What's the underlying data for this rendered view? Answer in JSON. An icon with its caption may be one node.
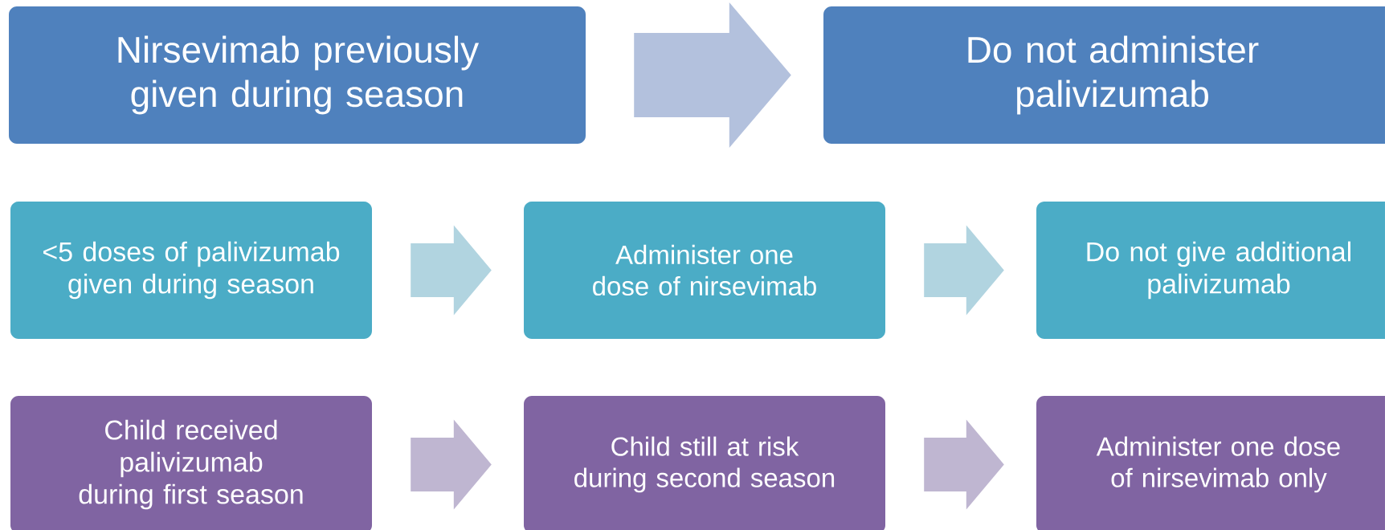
{
  "diagram": {
    "nodes": [
      {
        "text": [
          "Nirsevimab previously given during season"
        ]
      },
      {
        "text": [
          "Do not administer palivizumab"
        ]
      },
      {
        "text": [
          "<5 doses of palivizumab given during season"
        ]
      },
      {
        "text": [
          "Administer one dose of nirsevimab"
        ]
      },
      {
        "text": [
          "Do not give additional palivizumab"
        ]
      },
      {
        "text": [
          "Child received palivizumab during first season"
        ]
      },
      {
        "text": [
          "Child still at risk during second season"
        ]
      },
      {
        "text": [
          "Administer one dose of nirsevimab only"
        ]
      }
    ],
    "edges": [
      {
        "from": 0,
        "to": 1,
        "arrow": "to",
        "color": "#b3c1dd"
      },
      {
        "from": 2,
        "to": 3,
        "arrow": "to",
        "color": "#b1d4e0"
      },
      {
        "from": 3,
        "to": 4,
        "arrow": "to",
        "color": "#b1d4e0"
      },
      {
        "from": 5,
        "to": 6,
        "arrow": "to",
        "color": "#bfb6d1"
      },
      {
        "from": 6,
        "to": 7,
        "arrow": "to",
        "color": "#bfb6d1"
      }
    ]
  }
}
